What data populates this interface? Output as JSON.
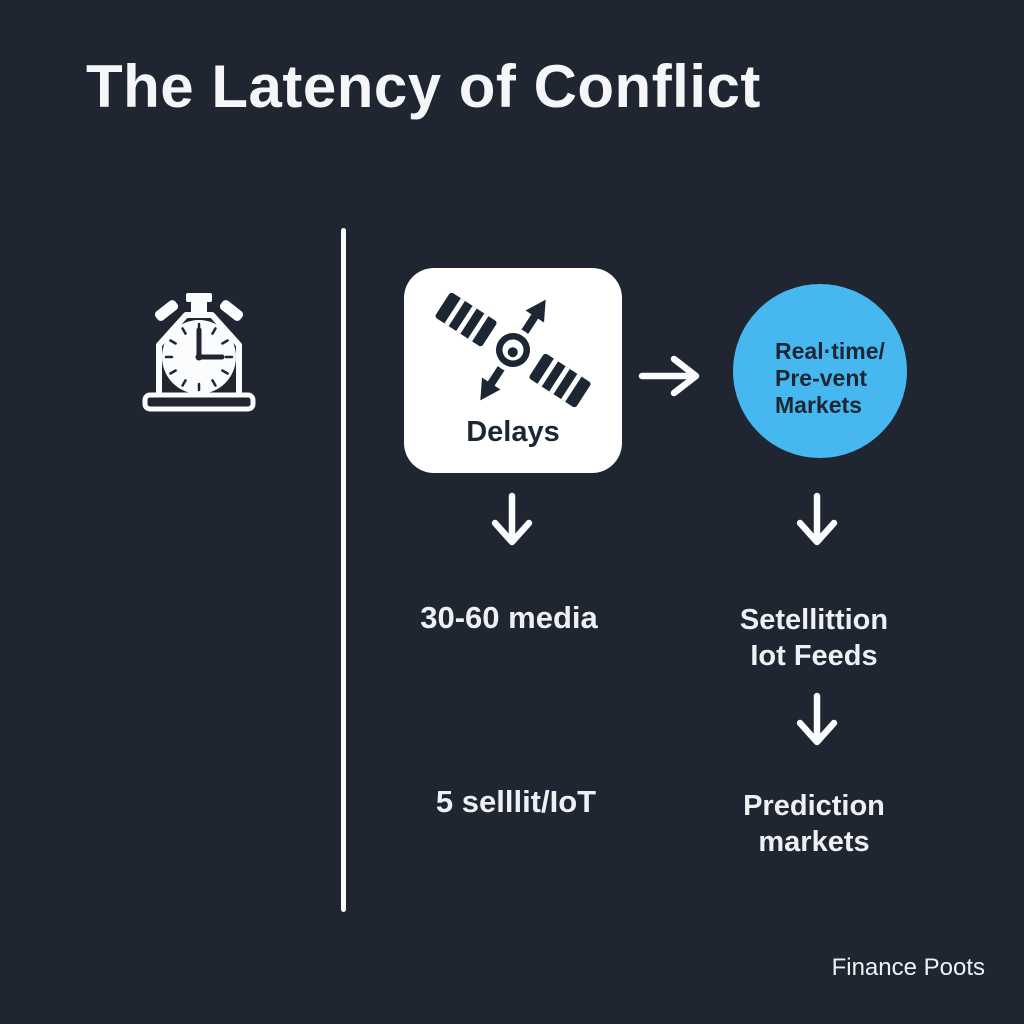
{
  "title": "The Latency of Conflict",
  "colors": {
    "background": "#1f2531",
    "card_white": "#ffffff",
    "accent_blue": "#47b7f0",
    "ink_dark": "#1d2734",
    "text_light": "#f2f4f6"
  },
  "icons": {
    "stopwatch": "⏱",
    "satellite": "🛰",
    "arrow_right": "→",
    "arrow_down": "↓"
  },
  "card": {
    "label": "Delays"
  },
  "circle": {
    "line1": "Real·time/",
    "line2": "Pre-vent",
    "line3": "Markets"
  },
  "steps": {
    "left1": "30-60 media",
    "left2": "5 selllit/IoT",
    "right1a": "Setellittion",
    "right1b": "Iot Feeds",
    "right2a": "Prediction",
    "right2b": "markets"
  },
  "footer": {
    "credit": "Finance Poots"
  }
}
